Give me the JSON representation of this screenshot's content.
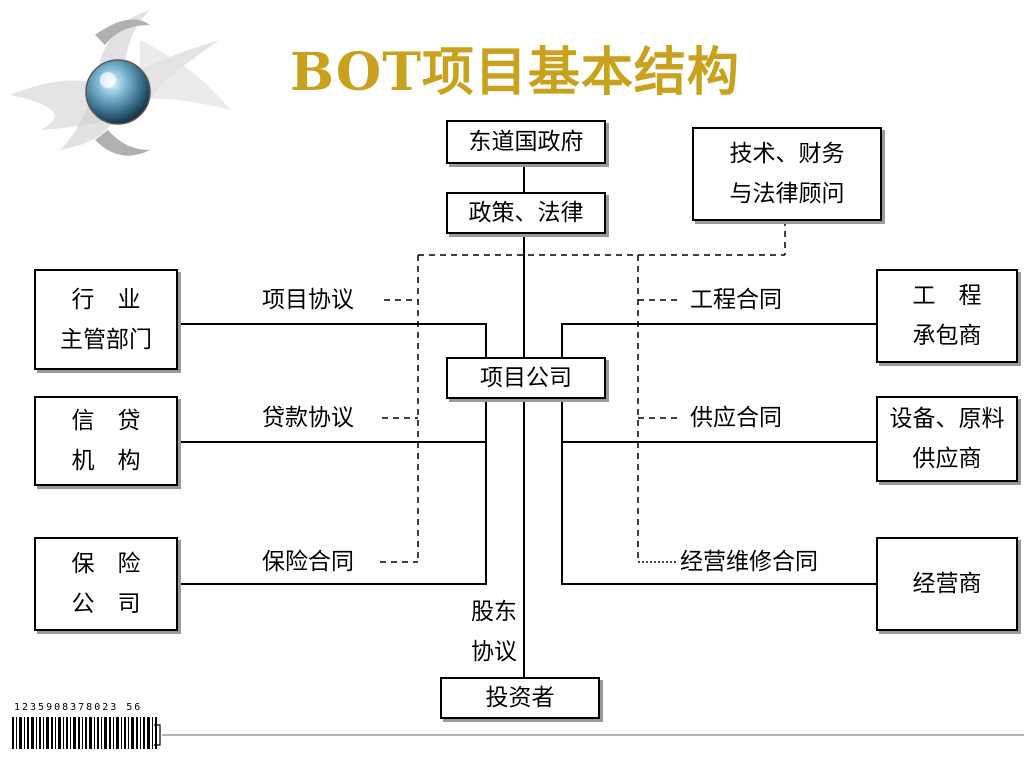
{
  "title": "BOT项目基本结构",
  "nodes": {
    "govt": "东道国政府",
    "policy": "政策、法律",
    "advisor": "技术、财务\n与法律顾问",
    "industry_dept": "行　业\n主管部门",
    "credit": "信　贷\n机　构",
    "insurance": "保　险\n公　司",
    "project_company": "项目公司",
    "contractor": "工　程\n承包商",
    "supplier": "设备、原料\n供应商",
    "operator": "经营商",
    "investor": "投资者"
  },
  "edge_labels": {
    "project_agreement": "项目协议",
    "loan_agreement": "贷款协议",
    "insurance_contract": "保险合同",
    "engineering_contract": "工程合同",
    "supply_contract": "供应合同",
    "om_contract": "经营维修合同",
    "shareholder_agreement": "股东\n协议"
  },
  "barcode_digits": "1235908378023 56",
  "colors": {
    "title": "#C9A21D",
    "logo_sphere": "#4F8FB5",
    "shadow": "#9a9a9a"
  },
  "icons": {
    "logo": "swirl-sphere-logo-icon",
    "barcode": "barcode-icon"
  }
}
